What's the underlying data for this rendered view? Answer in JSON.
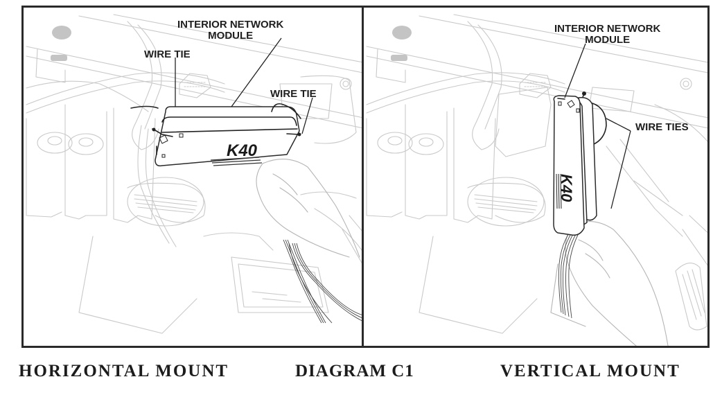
{
  "diagram": {
    "id_label": "DIAGRAM C1",
    "left_panel": {
      "caption": "HORIZONTAL MOUNT",
      "labels": {
        "module_line1": "INTERIOR NETWORK",
        "module_line2": "MODULE",
        "wire_tie_left": "WIRE TIE",
        "wire_tie_right": "WIRE TIE"
      },
      "device_logo": "K40"
    },
    "right_panel": {
      "caption": "VERTICAL MOUNT",
      "labels": {
        "module_line1": "INTERIOR NETWORK",
        "module_line2": "MODULE",
        "wire_ties": "WIRE TIES"
      },
      "device_logo": "K40"
    }
  }
}
